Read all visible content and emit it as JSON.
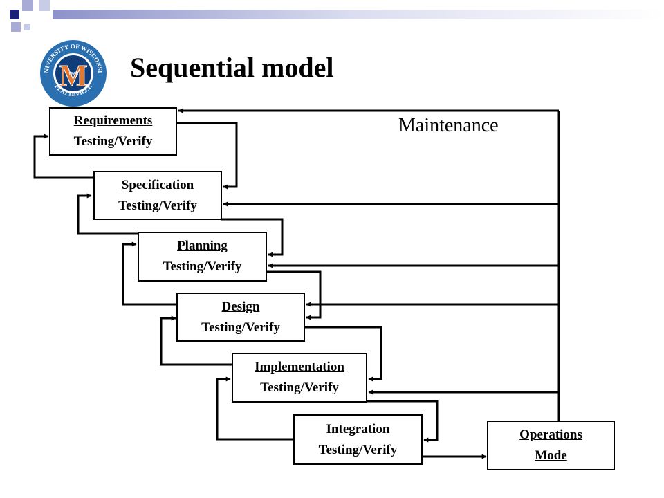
{
  "slide": {
    "title": "Sequential model",
    "annotation": "Maintenance"
  },
  "logo": {
    "ring_text_top": "UNIVERSITY OF WISCONSIN",
    "ring_text_bottom": "PLATTEVILLE",
    "letter": "M",
    "year": "1866",
    "colors": {
      "ring": "#2a6fb0",
      "letter": "#e8772e",
      "inner": "#0f3d7a"
    }
  },
  "stages": [
    {
      "label": "Requirements",
      "sub": "Testing/Verify"
    },
    {
      "label": "Specification",
      "sub": "Testing/Verify"
    },
    {
      "label": "Planning",
      "sub": "Testing/Verify"
    },
    {
      "label": "Design",
      "sub": "Testing/Verify"
    },
    {
      "label": "Implementation",
      "sub": "Testing/Verify"
    },
    {
      "label": "Integration",
      "sub": "Testing/Verify"
    }
  ],
  "operations": {
    "label": "Operations",
    "sub": "Mode"
  },
  "decoration": {
    "dark": "#1c1f7a",
    "light": "#a7abd6"
  }
}
